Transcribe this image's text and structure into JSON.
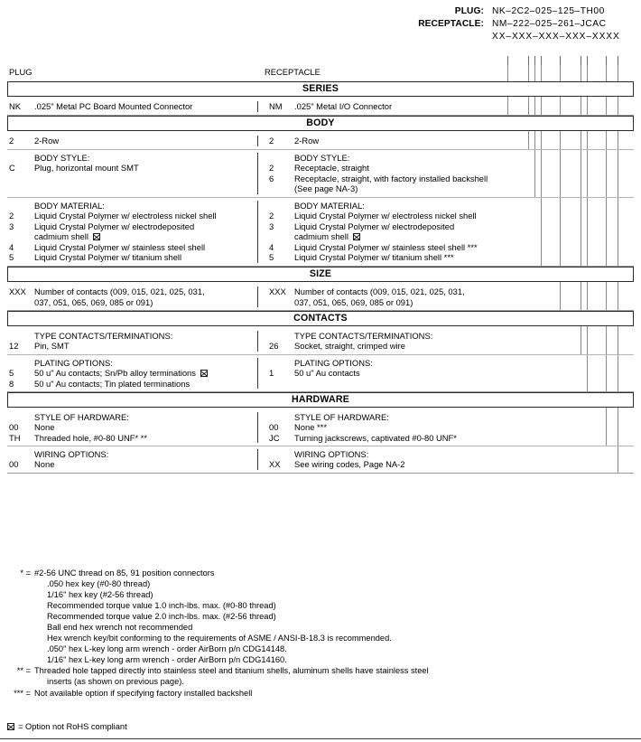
{
  "part_number": {
    "plug_label": "PLUG:",
    "plug_value": "NK–2C2–025–125–TH00",
    "receptacle_label": "RECEPTACLE:",
    "receptacle_value": "NM–222–025–261–JCAC",
    "mask_value": "XX–XXX–XXX–XXX–XXXX"
  },
  "columns": {
    "left": "PLUG",
    "right": "RECEPTACLE"
  },
  "sections": [
    {
      "title": "SERIES",
      "groups": [
        {
          "left_subhead": "",
          "right_subhead": "",
          "left": [
            {
              "code": "NK",
              "text": ".025\" Metal PC Board Mounted Connector"
            }
          ],
          "right": [
            {
              "code": "NM",
              "text": ".025\" Metal I/O Connector"
            }
          ]
        }
      ]
    },
    {
      "title": "BODY",
      "groups": [
        {
          "left_subhead": "",
          "right_subhead": "",
          "left": [
            {
              "code": "2",
              "text": "2-Row"
            }
          ],
          "right": [
            {
              "code": "2",
              "text": "2-Row"
            }
          ]
        },
        {
          "left_subhead": "BODY STYLE:",
          "right_subhead": "BODY STYLE:",
          "left": [
            {
              "code": "C",
              "text": "Plug, horizontal mount SMT"
            }
          ],
          "right": [
            {
              "code": "2",
              "text": "Receptacle, straight"
            },
            {
              "code": "6",
              "text": "Receptacle, straight, with factory installed backshell",
              "cont": "(See page NA-3)"
            }
          ]
        },
        {
          "left_subhead": "BODY MATERIAL:",
          "right_subhead": "BODY MATERIAL:",
          "left": [
            {
              "code": "2",
              "text": "Liquid Crystal Polymer w/ electroless nickel shell"
            },
            {
              "code": "3",
              "text": "Liquid Crystal Polymer w/ electrodeposited",
              "cont": "cadmium shell",
              "cont_rohs": true
            },
            {
              "code": "4",
              "text": "Liquid Crystal Polymer w/ stainless steel shell"
            },
            {
              "code": "5",
              "text": "Liquid Crystal Polymer w/ titanium shell"
            }
          ],
          "right": [
            {
              "code": "2",
              "text": "Liquid Crystal Polymer w/ electroless nickel shell"
            },
            {
              "code": "3",
              "text": "Liquid Crystal Polymer w/ electrodeposited",
              "cont": "cadmium shell",
              "cont_rohs": true
            },
            {
              "code": "4",
              "text": "Liquid Crystal Polymer w/ stainless steel shell ***"
            },
            {
              "code": "5",
              "text": "Liquid Crystal Polymer w/ titanium shell ***"
            }
          ]
        }
      ]
    },
    {
      "title": "SIZE",
      "groups": [
        {
          "left_subhead": "",
          "right_subhead": "",
          "left": [
            {
              "code": "XXX",
              "text": "Number of contacts (009, 015, 021, 025, 031,",
              "cont": "037, 051, 065, 069, 085 or 091)"
            }
          ],
          "right": [
            {
              "code": "XXX",
              "text": "Number of contacts (009, 015, 021, 025, 031,",
              "cont": "037, 051, 065, 069, 085 or 091)"
            }
          ]
        }
      ]
    },
    {
      "title": "CONTACTS",
      "groups": [
        {
          "left_subhead": "TYPE CONTACTS/TERMINATIONS:",
          "right_subhead": "TYPE CONTACTS/TERMINATIONS:",
          "left": [
            {
              "code": "12",
              "text": "Pin, SMT"
            }
          ],
          "right": [
            {
              "code": "26",
              "text": "Socket, straight, crimped wire"
            }
          ]
        },
        {
          "left_subhead": "PLATING OPTIONS:",
          "right_subhead": "PLATING OPTIONS:",
          "left": [
            {
              "code": "5",
              "text": "50 u\" Au contacts; Sn/Pb alloy terminations",
              "rohs": true
            },
            {
              "code": "8",
              "text": "50 u\" Au contacts; Tin plated terminations"
            }
          ],
          "right": [
            {
              "code": "1",
              "text": "50 u\" Au contacts"
            }
          ]
        }
      ]
    },
    {
      "title": "HARDWARE",
      "groups": [
        {
          "left_subhead": "STYLE OF HARDWARE:",
          "right_subhead": "STYLE OF HARDWARE:",
          "left": [
            {
              "code": "00",
              "text": "None"
            },
            {
              "code": "TH",
              "text": "Threaded hole, #0-80 UNF*  **"
            }
          ],
          "right": [
            {
              "code": "00",
              "text": "None  ***"
            },
            {
              "code": "JC",
              "text": "Turning jackscrews, captivated #0-80 UNF*"
            }
          ]
        },
        {
          "left_subhead": "WIRING OPTIONS:",
          "right_subhead": "WIRING OPTIONS:",
          "left": [
            {
              "code": "00",
              "text": "None"
            }
          ],
          "right": [
            {
              "code": "XX",
              "text": "See wiring codes, Page NA-2"
            }
          ]
        }
      ]
    }
  ],
  "footnotes": [
    {
      "mark": "* =",
      "lines": [
        "#2-56 UNC thread on 85, 91 position connectors",
        ".050 hex key (#0-80 thread)",
        "1/16\" hex key (#2-56 thread)",
        "Recommended torque value 1.0 inch-lbs. max. (#0-80 thread)",
        "Recommended torque value 2.0 inch-lbs. max. (#2-56 thread)",
        "Ball end hex wrench not recommended",
        "Hex wrench key/bit conforming to the requirements of ASME / ANSI-B-18.3 is recommended.",
        ".050\" hex L-key long arm wrench - order AirBorn p/n CDG14148.",
        "1/16\" hex L-key long arm wrench - order AirBorn p/n CDG14160."
      ]
    },
    {
      "mark": "** =",
      "lines": [
        "Threaded hole tapped directly into stainless steel and titanium shells, aluminum shells have stainless steel",
        "inserts (as shown on previous page)."
      ]
    },
    {
      "mark": "*** =",
      "lines": [
        "Not available option if specifying factory installed backshell"
      ]
    }
  ],
  "rohs_note": "= Option not RoHS compliant"
}
